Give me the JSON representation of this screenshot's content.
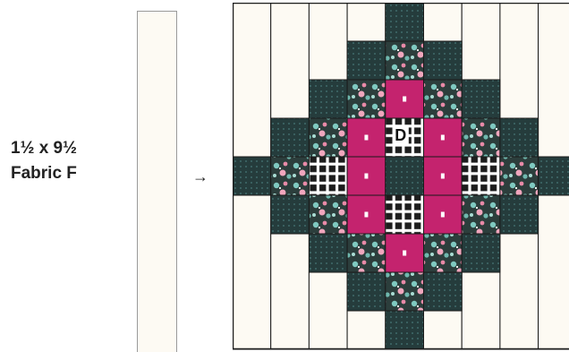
{
  "strip_label": {
    "size": "1½ x 9½",
    "fabric": "Fabric F"
  },
  "arrow": "→",
  "block_label": "D",
  "colors": {
    "cream": "#fdfaf3",
    "dark_teal": "#253c3c",
    "magenta": "#c4236e",
    "print_base": "#2c3e3c",
    "print_accent_teal": "#7fc9c0",
    "print_accent_pink": "#e98aa8",
    "print_accent_yellow": "#d8b23a",
    "grid_black": "#1d1d1d",
    "outline": "#1a1a1a"
  }
}
